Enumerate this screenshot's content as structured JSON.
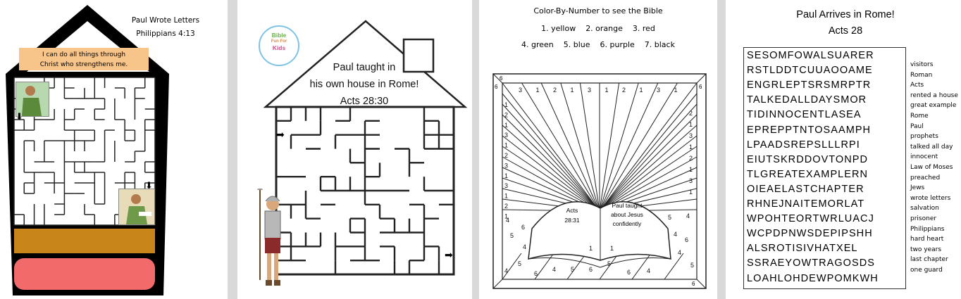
{
  "page1": {
    "title": "Paul Wrote Letters",
    "reference": "Philippians 4:13",
    "verse_line1": "I can do all things through",
    "verse_line2": "Christ who strengthens me."
  },
  "page2": {
    "line1": "Paul taught in",
    "line2": "his own house in Rome!",
    "line3": "Acts 28:30",
    "logo_top": "Bible",
    "logo_mid": "Fun For",
    "logo_bottom": "Kids"
  },
  "page3": {
    "title": "Color-By-Number to see the Bible",
    "key_line1": "1. yellow    2. orange    3. red",
    "key_line2": "4. green    5. blue    6. purple    7. black",
    "book_left_1": "Acts",
    "book_left_2": "28:31",
    "book_right_1": "Paul taught",
    "book_right_2": "about Jesus",
    "book_right_3": "confidently",
    "top_numbers": [
      "3",
      "1",
      "2",
      "1",
      "3",
      "1",
      "2",
      "1",
      "3",
      "1"
    ],
    "left_numbers": [
      "1",
      "2",
      "1",
      "3",
      "1",
      "2",
      "3",
      "1",
      "3",
      "1",
      "2",
      "1"
    ],
    "right_numbers": [
      "2",
      "1",
      "3",
      "1",
      "2",
      "1",
      "3",
      "1"
    ]
  },
  "page4": {
    "title": "Paul Arrives in Rome!",
    "reference": "Acts 28",
    "grid": [
      "SESOMFOWALSUARER",
      "RSTLDDTCUUAOOAME",
      "ENGRLEPTSRSMRPTR",
      "TALKEDALLDAYSMOR",
      "TIDINNOCENTLASEA",
      "EPREPPTNTOSAAMPH",
      "LPAADSREPSLLLRPI",
      "EIUTSKRDDOVTONPD",
      "TLGREATEXAMPLERN",
      "OIEAELASTCHAPTER",
      "RHNEJNAITEMORLAT",
      "WPOHTEORTWRLUACJ",
      "WCPDPNWSDEPIPSHH",
      "ALSROTISIVHATXEL",
      "SSRAEYOWTRAGOSDS",
      "LOAHLOHDEWPOMKWH"
    ],
    "words": [
      "visitors",
      "Roman",
      "Acts",
      "rented a house",
      "great example",
      "Rome",
      "Paul",
      "prophets",
      "talked all day",
      "innocent",
      "Law of Moses",
      "preached",
      "Jews",
      "wrote letters",
      "salvation",
      "prisoner",
      "Philippians",
      "hard heart",
      "two years",
      "last chapter",
      "one guard"
    ]
  }
}
